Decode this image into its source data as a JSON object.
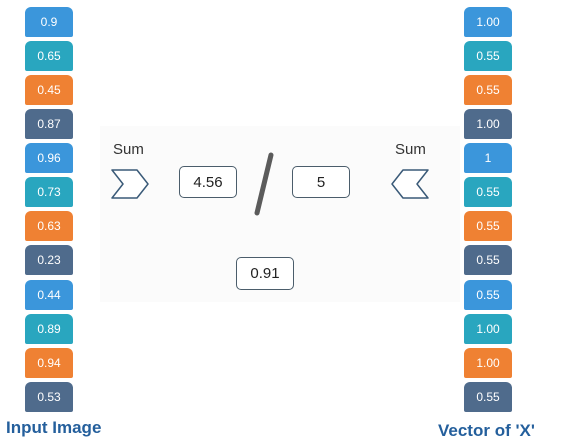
{
  "input_image": {
    "label": "Input Image",
    "values": [
      "0.9",
      "0.65",
      "0.45",
      "0.87",
      "0.96",
      "0.73",
      "0.63",
      "0.23",
      "0.44",
      "0.89",
      "0.94",
      "0.53"
    ]
  },
  "vector_x": {
    "label": "Vector of 'X'",
    "values": [
      "1.00",
      "0.55",
      "0.55",
      "1.00",
      "1",
      "0.55",
      "0.55",
      "0.55",
      "0.55",
      "1.00",
      "1.00",
      "0.55"
    ]
  },
  "computation": {
    "sum_left_label": "Sum",
    "sum_right_label": "Sum",
    "numerator": "4.56",
    "denominator": "5",
    "result": "0.91"
  },
  "colors": {
    "blue": "#3b96db",
    "teal": "#29a6bf",
    "orange": "#ef8133",
    "slate": "#4f6b8c",
    "label": "#245f9c"
  }
}
